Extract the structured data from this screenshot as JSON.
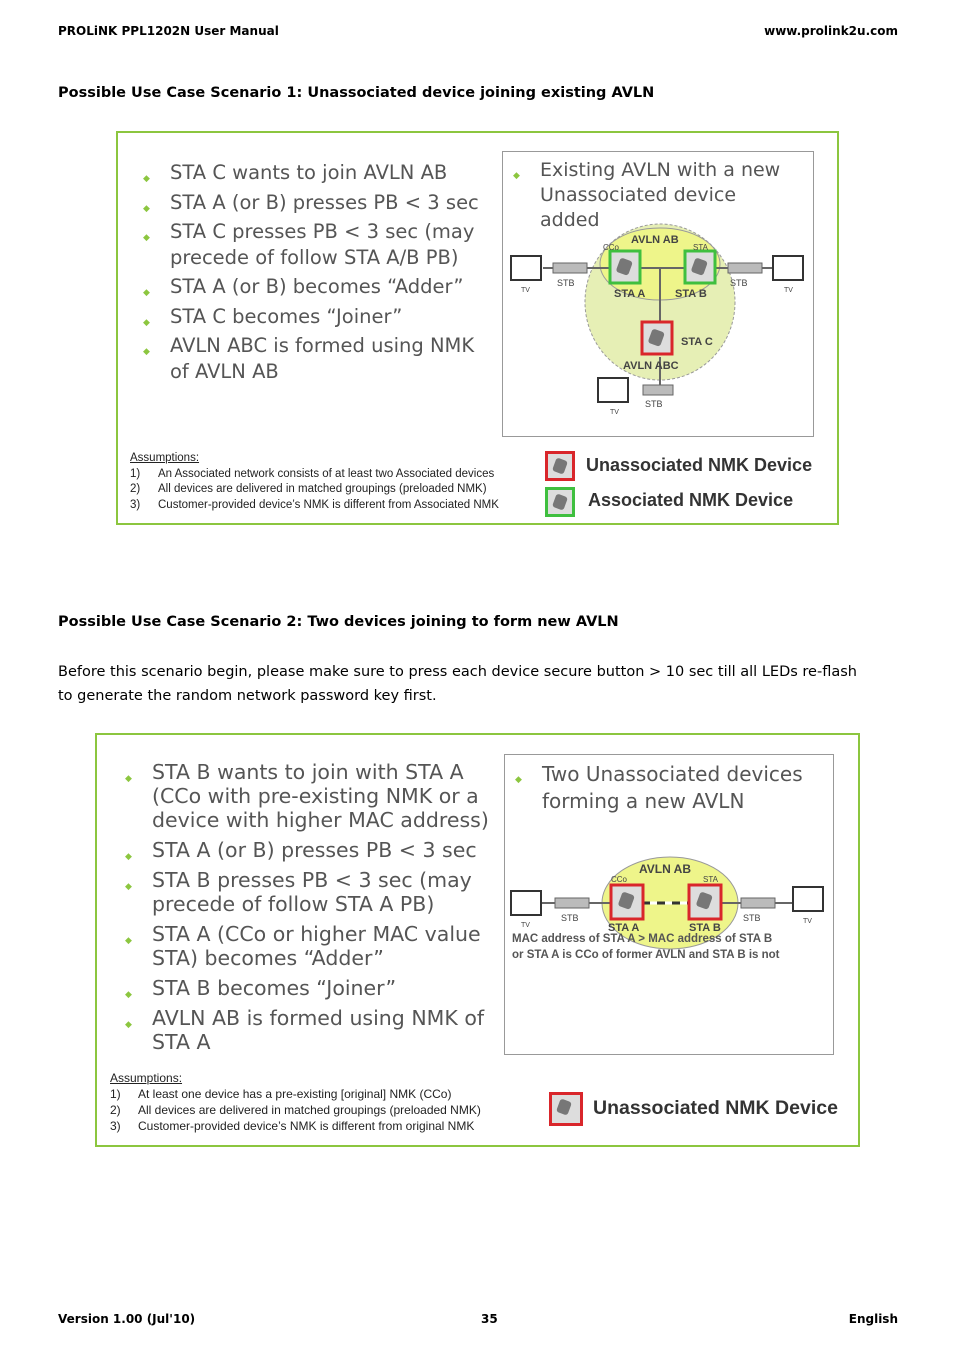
{
  "header": {
    "left": "PROLiNK PPL1202N User Manual",
    "right": "www.prolink2u.com"
  },
  "scenario1": {
    "heading": "Possible Use Case Scenario 1: Unassociated device joining existing AVLN",
    "bullets": [
      "STA C wants to join AVLN AB",
      "STA A (or B) presses PB < 3 sec",
      "STA C presses PB < 3 sec (may precede of follow STA A/B PB)",
      "STA A (or B) becomes “Adder”",
      "STA C becomes “Joiner”",
      "AVLN ABC is formed using NMK of AVLN AB"
    ],
    "diagram_title": "Existing AVLN with a new Unassociated device added",
    "diagram_labels": {
      "avln_ab": "AVLN AB",
      "cco": "CCo",
      "sta": "STA",
      "sta_a": "STA A",
      "sta_b": "STA B",
      "sta_c": "STA C",
      "avln_abc": "AVLN ABC",
      "stb": "STB",
      "tv": "TV"
    },
    "assumptions_title": "Assumptions:",
    "assumptions": [
      {
        "num": "1)",
        "text": "An Associated network consists of at least two Associated devices"
      },
      {
        "num": "2)",
        "text": "All devices are delivered in matched groupings (preloaded NMK)"
      },
      {
        "num": "3)",
        "text": "Customer-provided device’s NMK is different from Associated NMK"
      }
    ],
    "legend_unassociated": "Unassociated NMK Device",
    "legend_associated": "Associated NMK Device"
  },
  "scenario2": {
    "heading": "Possible Use Case Scenario 2: Two devices joining to form new AVLN",
    "intro": "Before this scenario begin, please make sure to press each device secure button > 10 sec till all LEDs re-flash to generate the random network password key first.",
    "bullets": [
      "STA B wants to join with STA A (CCo with pre-existing NMK or a device with higher MAC address)",
      "STA A (or B) presses PB < 3 sec",
      "STA B presses PB < 3 sec (may precede of follow STA A PB)",
      "STA A (CCo or higher MAC value STA) becomes “Adder”",
      "STA B becomes “Joiner”",
      "AVLN AB is formed using NMK of STA A"
    ],
    "diagram_title": "Two Unassociated devices forming a new AVLN",
    "diagram_labels": {
      "avln_ab": "AVLN AB",
      "cco": "CCo",
      "sta": "STA",
      "sta_a": "STA A",
      "sta_b": "STA B",
      "stb": "STB",
      "tv": "TV"
    },
    "mac_note_line1": "MAC address of STA A > MAC address of STA B",
    "mac_note_line2": "or STA A is CCo of former AVLN and STA B is not",
    "assumptions_title": "Assumptions:",
    "assumptions": [
      {
        "num": "1)",
        "text": "At least one device has a pre-existing [original] NMK (CCo)"
      },
      {
        "num": "2)",
        "text": "All devices are delivered in matched groupings (preloaded NMK)"
      },
      {
        "num": "3)",
        "text": "Customer-provided device’s NMK is different from original NMK"
      }
    ],
    "legend_unassociated": "Unassociated NMK Device"
  },
  "footer": {
    "left": "Version 1.00 (Jul'10)",
    "center": "35",
    "right": "English"
  },
  "colors": {
    "slide_border": "#8cc63f",
    "bullet": "#8cc63f",
    "ellipse": "#e6efb5",
    "unassociated": "#d9262b",
    "associated": "#3fbf3f"
  }
}
